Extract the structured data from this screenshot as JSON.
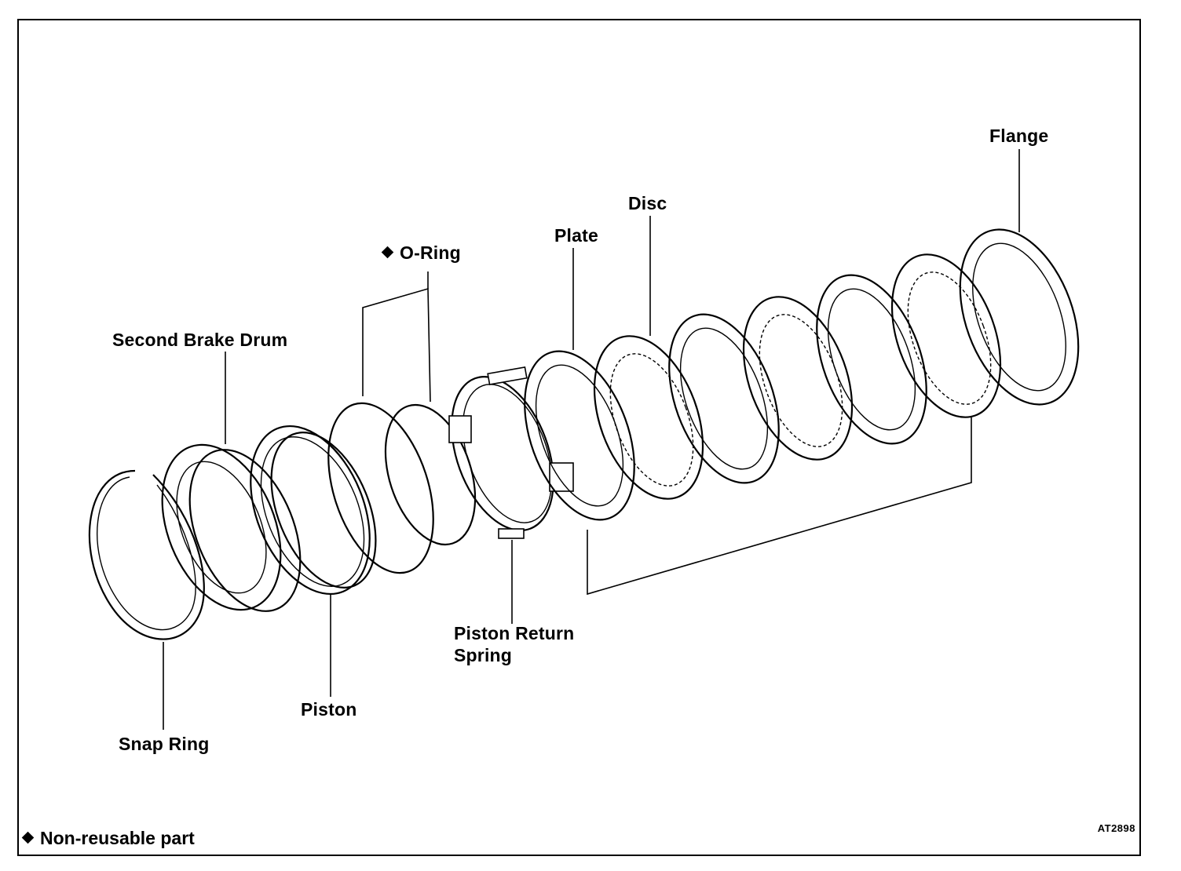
{
  "diagram": {
    "labels": {
      "flange": "Flange",
      "disc": "Disc",
      "plate": "Plate",
      "o_ring": "O-Ring",
      "second_brake_drum": "Second Brake Drum",
      "piston_return_spring_line1": "Piston Return",
      "piston_return_spring_line2": "Spring",
      "piston": "Piston",
      "snap_ring": "Snap Ring"
    },
    "figure_code": "AT2898",
    "legend": {
      "icon": "diamond-icon",
      "text": "Non-reusable part"
    }
  }
}
